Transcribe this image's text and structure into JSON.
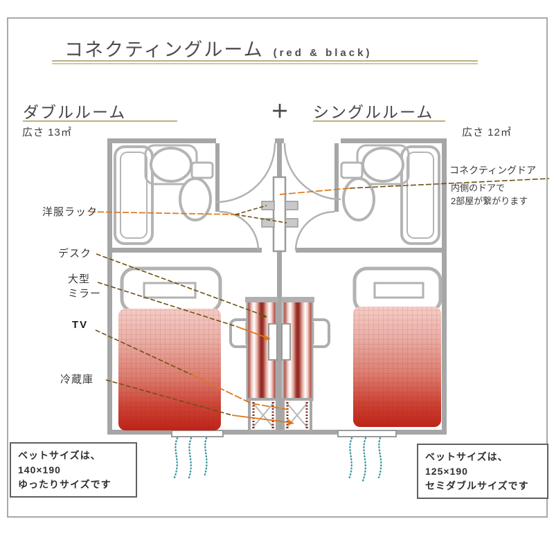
{
  "title": {
    "main": "コネクティングルーム",
    "sub": "(red & black)"
  },
  "header": {
    "left_room": "ダブルルーム",
    "plus": "＋",
    "right_room": "シングルルーム",
    "left_size": "広さ 13㎡",
    "right_size": "広さ 12㎡"
  },
  "annotations": {
    "clothes_rack": "洋服ラック",
    "desk": "デスク",
    "mirror_line1": "大型",
    "mirror_line2": "ミラー",
    "tv": "TV",
    "fridge": "冷蔵庫",
    "connecting_door": "コネクティングドア",
    "connecting_door_note1": "内側のドアで",
    "connecting_door_note2": "2部屋が繋がります"
  },
  "notes": {
    "left": {
      "line1": "ベットサイズは、",
      "line2": "140×190",
      "line3": "ゆったりサイズです"
    },
    "right": {
      "line1": "ベットサイズは、",
      "line2": "125×190",
      "line3": "セミダブルサイズです"
    }
  },
  "colors": {
    "accent_gold": "#ac9455",
    "wall_gray": "#a6a6a6",
    "bed_red_dark": "#bf2318",
    "bed_red_light": "#f4cdc6",
    "leader_orange": "#e0761a",
    "leader_brown": "#6e4f12",
    "curtain_teal": "#3d98a2"
  }
}
